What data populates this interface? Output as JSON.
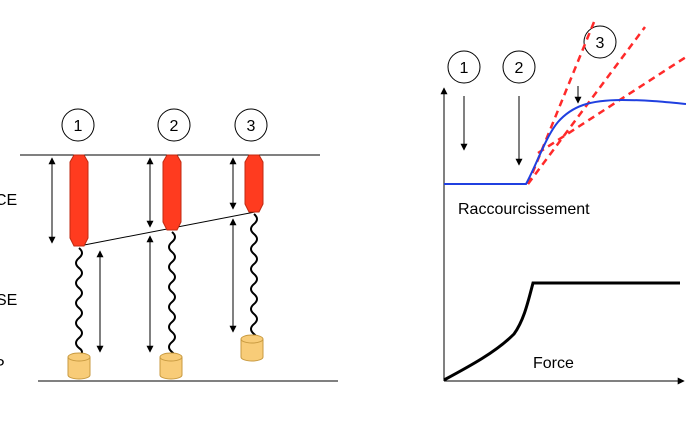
{
  "left_model": {
    "side_labels": {
      "ce": "CE",
      "se": "SE",
      "p": "P"
    },
    "step_numbers": [
      "1",
      "2",
      "3"
    ]
  },
  "right_graph": {
    "step_numbers": [
      "1",
      "2",
      "3"
    ],
    "curve_top_label": "Raccourcissement",
    "curve_bottom_label": "Force"
  },
  "colors": {
    "contractile_element": "#ff3b1f",
    "contractile_stroke": "#c02a10",
    "load_block": "#f8cc78",
    "load_block_stroke": "#c89a40",
    "shortening_curve": "#2040e0",
    "tangent_dashed": "#ff2a2a",
    "force_curve": "#000000"
  }
}
